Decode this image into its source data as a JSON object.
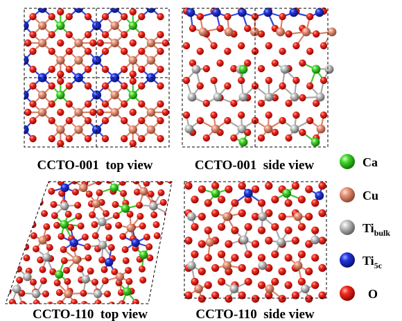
{
  "panels": [
    {
      "id": "ccto001-top",
      "caption": "CCTO-001  top view"
    },
    {
      "id": "ccto001-side",
      "caption": "CCTO-001  side view"
    },
    {
      "id": "ccto110-top",
      "caption": "CCTO-110  top view"
    },
    {
      "id": "ccto110-side",
      "caption": "CCTO-110  side view"
    }
  ],
  "legend": [
    {
      "label": "Ca",
      "sub": "",
      "color": "#3fd82a",
      "icon": "calcium-atom-icon"
    },
    {
      "label": "Cu",
      "sub": "",
      "color": "#e8957a",
      "icon": "copper-atom-icon"
    },
    {
      "label": "Ti",
      "sub": "bulk",
      "color": "#b9b9b9",
      "icon": "titanium-bulk-atom-icon"
    },
    {
      "label": "Ti",
      "sub": "5c",
      "color": "#1a2fd8",
      "icon": "titanium-5c-atom-icon"
    },
    {
      "label": "O",
      "sub": "",
      "color": "#e01818",
      "icon": "oxygen-atom-icon"
    }
  ]
}
